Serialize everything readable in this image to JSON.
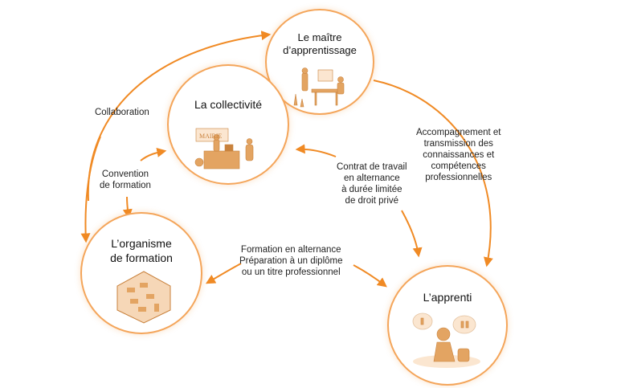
{
  "nodes": {
    "maitre": "Le maître\nd’apprentissage",
    "maitre_l1": "Le maître",
    "maitre_l2": "d’apprentissage",
    "collectivite": "La collectivité",
    "organisme_l1": "L’organisme",
    "organisme_l2": "de formation",
    "apprenti": "L’apprenti",
    "mairie_sign": "MAIRIE"
  },
  "edges": {
    "collaboration": "Collaboration",
    "convention_l1": "Convention",
    "convention_l2": "de formation",
    "accomp_l1": "Accompagnement et",
    "accomp_l2": "transmission des",
    "accomp_l3": "connaissances et",
    "accomp_l4": "compétences",
    "accomp_l5": "professionnelles",
    "contrat_l1": "Contrat de travail",
    "contrat_l2": "en alternance",
    "contrat_l3": "à durée limitée",
    "contrat_l4": "de droit privé",
    "formation_l1": "Formation en alternance",
    "formation_l2": "Préparation à un diplôme",
    "formation_l3": "ou un titre professionnel"
  },
  "colors": {
    "accent": "#f08a24",
    "illustration": "#e3a462"
  }
}
